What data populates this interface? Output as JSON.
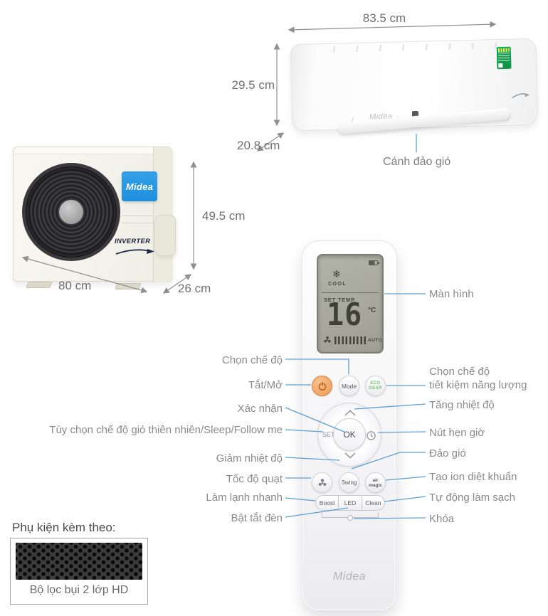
{
  "colors": {
    "callout_line": "#5b9fd6",
    "dimension_gray": "#6f6f6f",
    "label_gray": "#8a8a8a",
    "brand_blue": "#2b98e4",
    "power_orange": "#ec9a53",
    "eco_green": "#71c177",
    "lcd_background": "#a8a99d"
  },
  "indoor_unit": {
    "width": "83.5 cm",
    "height": "29.5 cm",
    "depth": "20.8 cm",
    "flap_callout": "Cánh đảo gió",
    "brand": "Midea"
  },
  "outdoor_unit": {
    "width": "80 cm",
    "height": "49.5 cm",
    "depth": "26 cm",
    "brand": "Midea",
    "badge": "INVERTER"
  },
  "remote": {
    "display": {
      "mode": "COOL",
      "set_temp_label": "SET TEMP",
      "temperature": "16",
      "unit": "°C",
      "fan_label": "AUTO"
    },
    "buttons": {
      "mode": "Mode",
      "eco_line1": "ECO",
      "eco_line2": "GEAR",
      "set": "SET",
      "ok": "OK",
      "swing": "Swing",
      "air_line1": "air",
      "air_line2": "magic",
      "boost": "Boost",
      "led": "LED",
      "clean": "Clean"
    },
    "brand": "Midea"
  },
  "callouts_left": [
    "Chọn chế độ",
    "Tắt/Mở",
    "Xác nhận",
    "Tùy chọn chế độ gió thiên nhiên/Sleep/Follow me",
    "Giảm nhiệt độ",
    "Tốc độ quạt",
    "Làm lạnh nhanh",
    "Bật tắt đèn"
  ],
  "callouts_right": [
    {
      "text": "Màn hình"
    },
    {
      "text": "Chọn chế độ",
      "text2": "tiết kiệm năng lượng"
    },
    {
      "text": "Tăng nhiệt độ"
    },
    {
      "text": "Nút hẹn giờ"
    },
    {
      "text": "Đảo gió"
    },
    {
      "text": "Tạo ion diệt khuẩn"
    },
    {
      "text": "Tự động làm sạch"
    },
    {
      "text": "Khóa"
    }
  ],
  "accessories": {
    "heading": "Phụ kiện kèm theo:",
    "item_caption": "Bộ lọc bụi 2 lớp HD"
  }
}
